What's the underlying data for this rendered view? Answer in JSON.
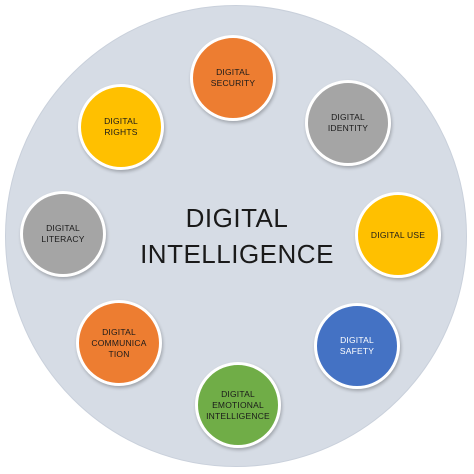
{
  "title": {
    "line1": "DIGITAL",
    "line2": "INTELLIGENCE"
  },
  "colors": {
    "background": "#d6dce5",
    "orange": "#ed7d31",
    "gray": "#a5a5a5",
    "yellow": "#ffc000",
    "blue": "#4472c4",
    "green": "#70ad47",
    "text_dark": "#1a1a1a",
    "text_light": "#ffffff"
  },
  "nodes": [
    {
      "id": "security",
      "lines": [
        "DIGITAL",
        "SECURITY"
      ],
      "color": "#ed7d31",
      "text_color": "#1a1a1a"
    },
    {
      "id": "identity",
      "lines": [
        "DIGITAL",
        "IDENTITY"
      ],
      "color": "#a5a5a5",
      "text_color": "#1a1a1a"
    },
    {
      "id": "use",
      "lines": [
        "DIGITAL USE"
      ],
      "color": "#ffc000",
      "text_color": "#1a1a1a"
    },
    {
      "id": "safety",
      "lines": [
        "DIGITAL",
        "SAFETY"
      ],
      "color": "#4472c4",
      "text_color": "#ffffff"
    },
    {
      "id": "emotional",
      "lines": [
        "DIGITAL",
        "EMOTIONAL",
        "INTELLIGENCE"
      ],
      "color": "#70ad47",
      "text_color": "#1a1a1a"
    },
    {
      "id": "communication",
      "lines": [
        "DIGITAL",
        "COMMUNICA",
        "TION"
      ],
      "color": "#ed7d31",
      "text_color": "#1a1a1a"
    },
    {
      "id": "literacy",
      "lines": [
        "DIGITAL",
        "LITERACY"
      ],
      "color": "#a5a5a5",
      "text_color": "#1a1a1a"
    },
    {
      "id": "rights",
      "lines": [
        "DIGITAL",
        "RIGHTS"
      ],
      "color": "#ffc000",
      "text_color": "#1a1a1a"
    }
  ]
}
